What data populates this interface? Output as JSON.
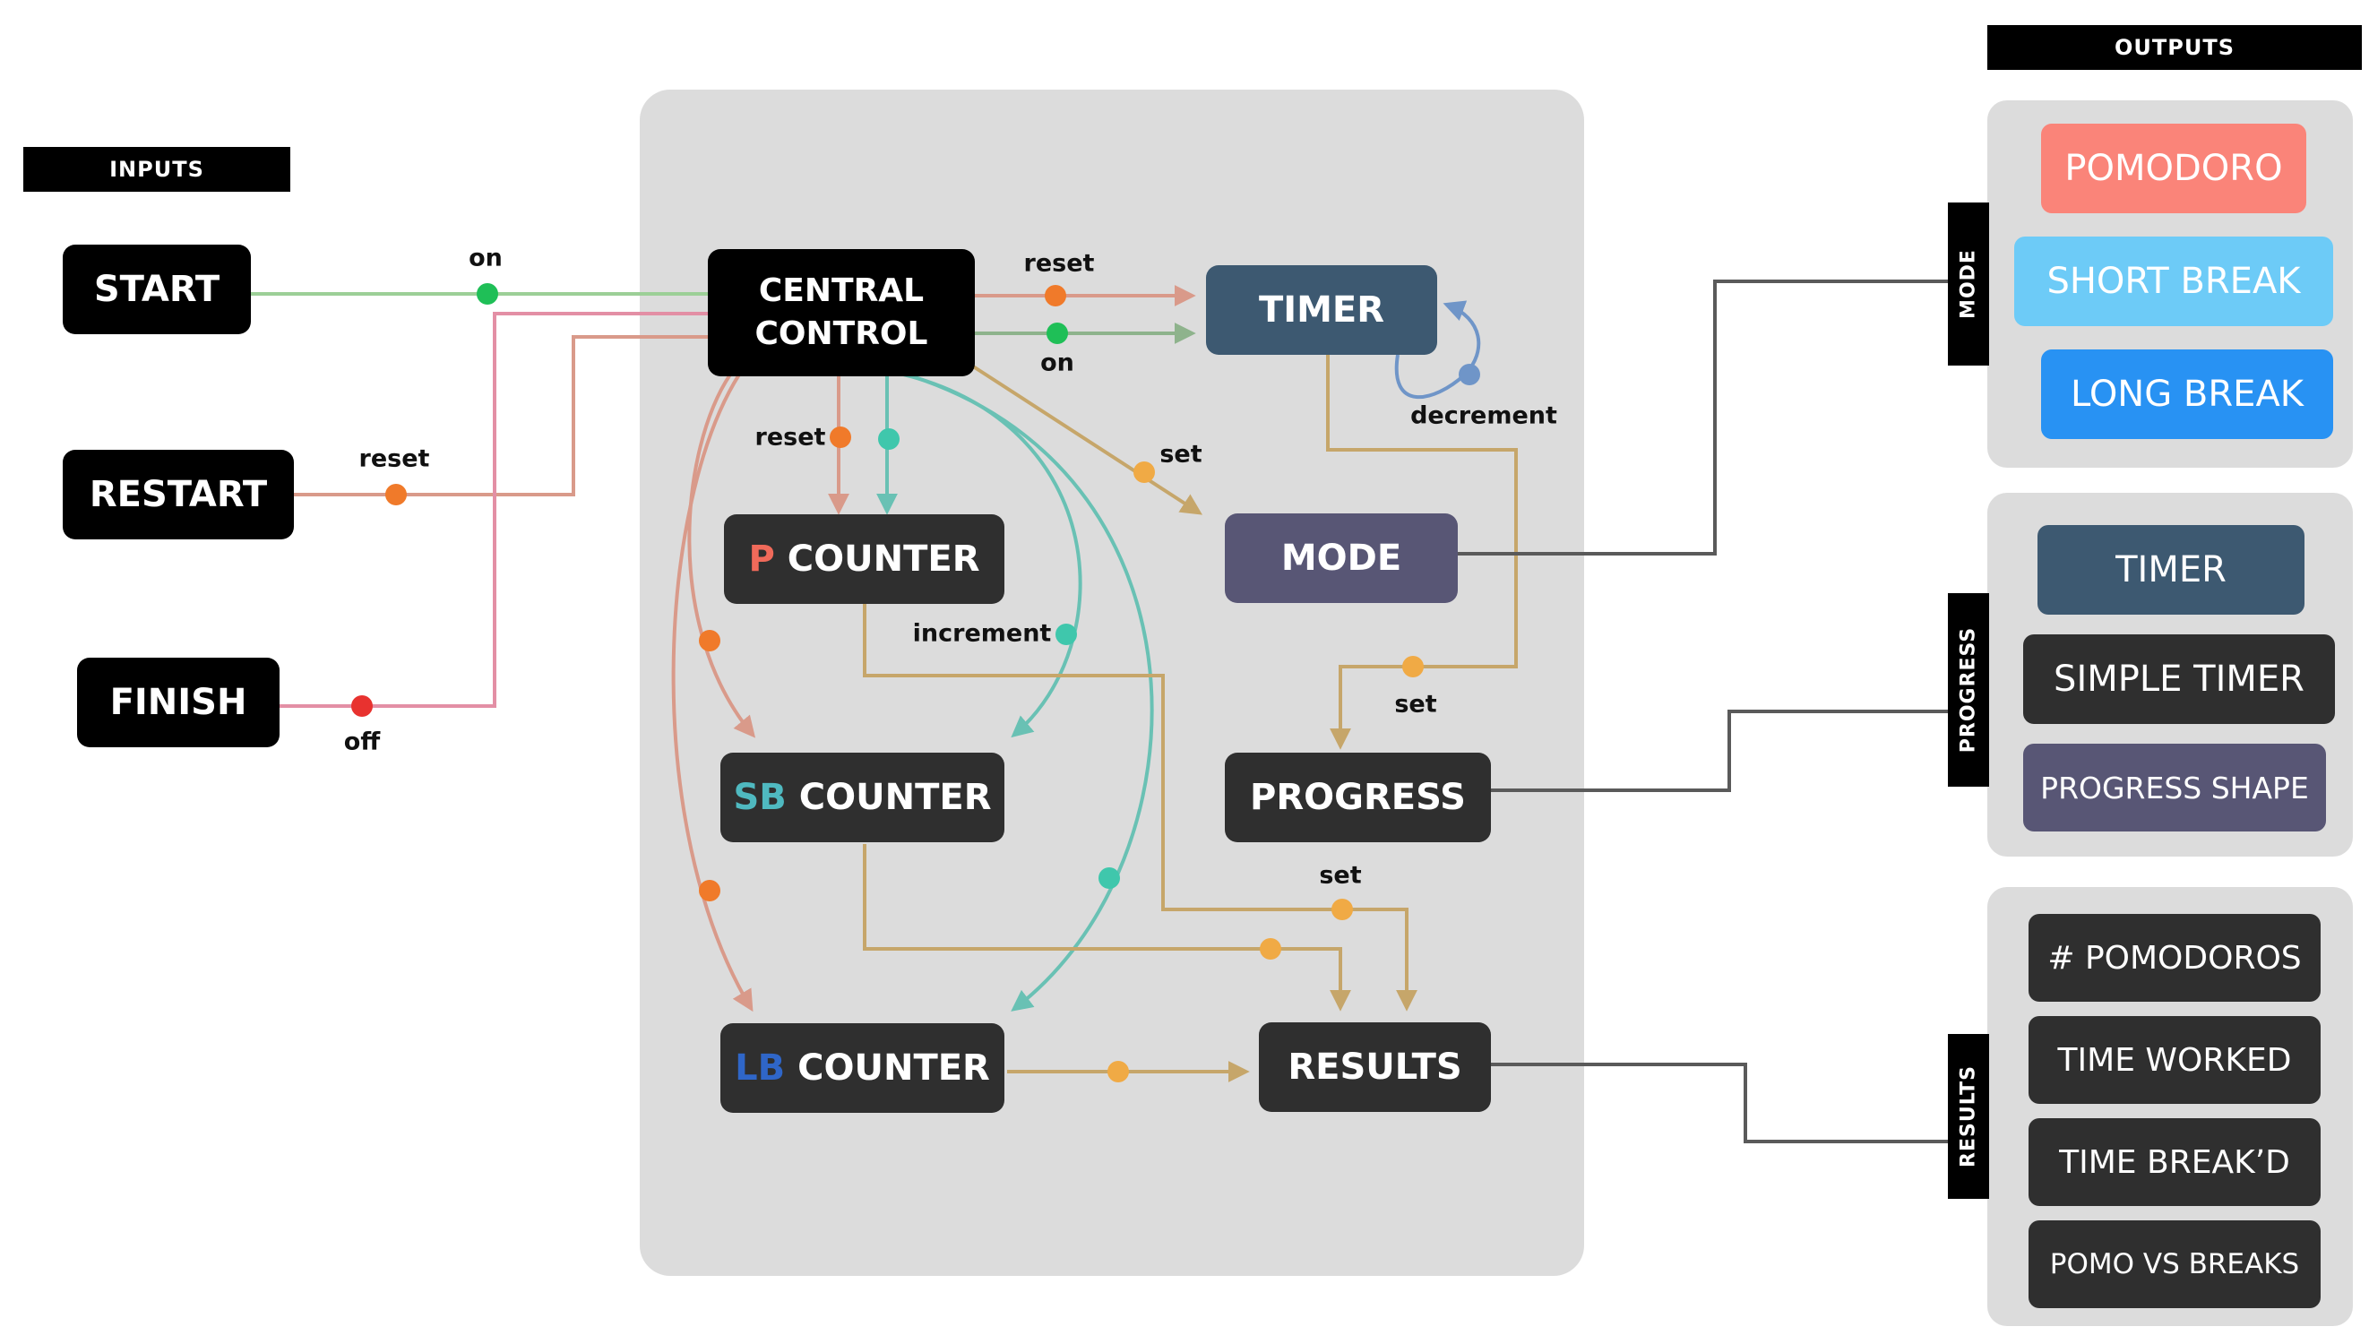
{
  "headers": {
    "inputs": "INPUTS",
    "outputs": "OUTPUTS"
  },
  "tabs": {
    "mode": "MODE",
    "progress": "PROGRESS",
    "results": "RESULTS"
  },
  "inputs": {
    "start": "START",
    "restart": "RESTART",
    "finish": "FINISH"
  },
  "nodes": {
    "central_line1": "CENTRAL",
    "central_line2": "CONTROL",
    "timer": "TIMER",
    "mode": "MODE",
    "progress": "PROGRESS",
    "results": "RESULTS",
    "counter_word": "COUNTER",
    "p_prefix": "P",
    "sb_prefix": "SB",
    "lb_prefix": "LB"
  },
  "edge_labels": {
    "start_on": "on",
    "restart_reset": "reset",
    "finish_off": "off",
    "timer_reset": "reset",
    "timer_on": "on",
    "timer_decrement": "decrement",
    "counter_reset": "reset",
    "mode_set": "set",
    "increment": "increment",
    "progress_set": "set",
    "results_set": "set"
  },
  "outputs": {
    "mode": [
      "POMODORO",
      "SHORT BREAK",
      "LONG BREAK"
    ],
    "progress": [
      "TIMER",
      "SIMPLE TIMER",
      "PROGRESS SHAPE"
    ],
    "results": [
      "# POMODOROS",
      "TIME WORKED",
      "TIME BREAK’D",
      "POMO VS BREAKS"
    ]
  },
  "colors": {
    "start_line": "#9ccf97",
    "reset_line": "#d99a8a",
    "off_line": "#e38fa5",
    "on_line": "#8eb38c",
    "set_line": "#c6a66a",
    "increment_line": "#69c1b4",
    "dot_green": "#1fbf57",
    "dot_orange": "#f07a2a",
    "dot_red": "#e8322f",
    "dot_yellow": "#f0aa45",
    "dot_teal": "#3fc7ac",
    "dot_blue": "#6f95c8",
    "p_accent": "#f06a5a",
    "sb_accent": "#4fb9c0",
    "lb_accent": "#2f66c8",
    "pomodoro": "#fa8479",
    "short_break": "#6dcbf7",
    "long_break": "#2892f3",
    "timer_node": "#3d5971",
    "mode_node": "#585675"
  }
}
